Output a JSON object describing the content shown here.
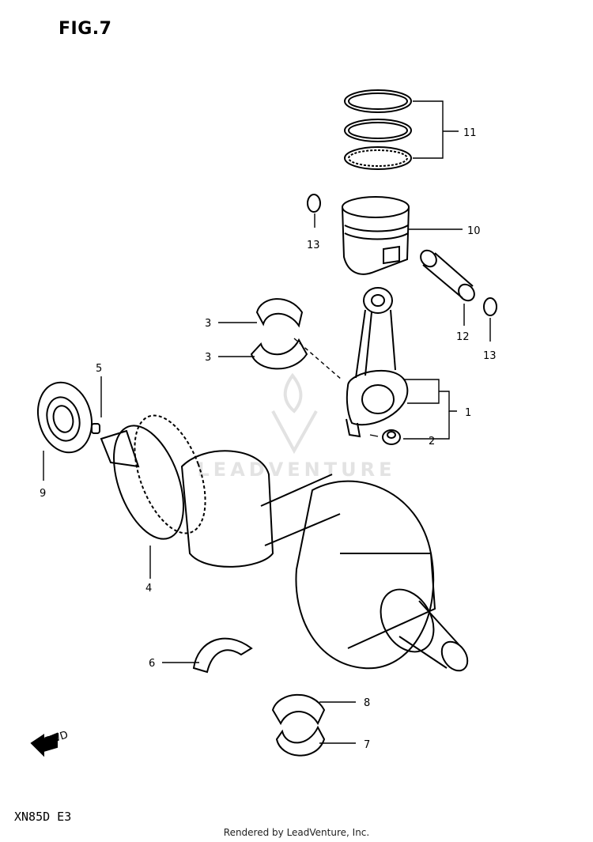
{
  "figure": {
    "title": "FIG.7",
    "model_code": "XN85D  E3"
  },
  "credit": "Rendered by LeadVenture, Inc.",
  "watermark": "LEADVENTURE",
  "fwd_arrow_text": "FWD",
  "callouts": [
    "11",
    "10",
    "13",
    "12",
    "13",
    "3",
    "3",
    "1",
    "2",
    "5",
    "9",
    "4",
    "6",
    "8",
    "7"
  ]
}
